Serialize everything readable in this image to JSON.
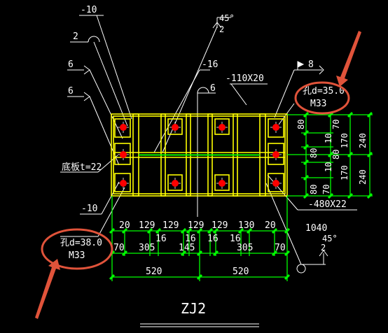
{
  "drawing": {
    "title": "ZJ2",
    "labels": {
      "plate_top_left": "-10",
      "weld_2": "2",
      "weld_6a": "6",
      "weld_6b": "6",
      "angle_top": "45°",
      "angle_top_2": "2",
      "rib_16": "-16",
      "weld_6c": "6",
      "plate_110": "-110X20",
      "weld_8": "8",
      "base_plate": "底板t=22",
      "plate_bottom_left": "-10",
      "plate_480": "-480X22",
      "length_1040": "1040",
      "angle_bottom": "45°",
      "angle_bottom_2": "2"
    },
    "hole_top_right": {
      "line1": "孔d=35.0",
      "line2": "M33"
    },
    "hole_bottom_left": {
      "line1": "孔d=38.0",
      "line2": "M33"
    },
    "dims_row1": [
      "20",
      "129",
      "129",
      "129",
      "129",
      "130",
      "20"
    ],
    "dims_row2": [
      "16",
      "16",
      "16",
      "16"
    ],
    "dims_row3": [
      "70",
      "305",
      "145",
      "305",
      "70"
    ],
    "dims_row4": [
      "520",
      "520"
    ],
    "dims_right_inner": [
      "80",
      "70",
      "10",
      "80",
      "10",
      "80",
      "70",
      "80"
    ],
    "dims_right_mid": [
      "170",
      "170"
    ],
    "dims_right_outer": [
      "240",
      "240"
    ],
    "colors": {
      "background": "#000000",
      "plate": "#ffff00",
      "bolt": "#ff0000",
      "dim_line": "#00ff00",
      "text": "#ffffff",
      "annotation": "#e0533a"
    }
  }
}
